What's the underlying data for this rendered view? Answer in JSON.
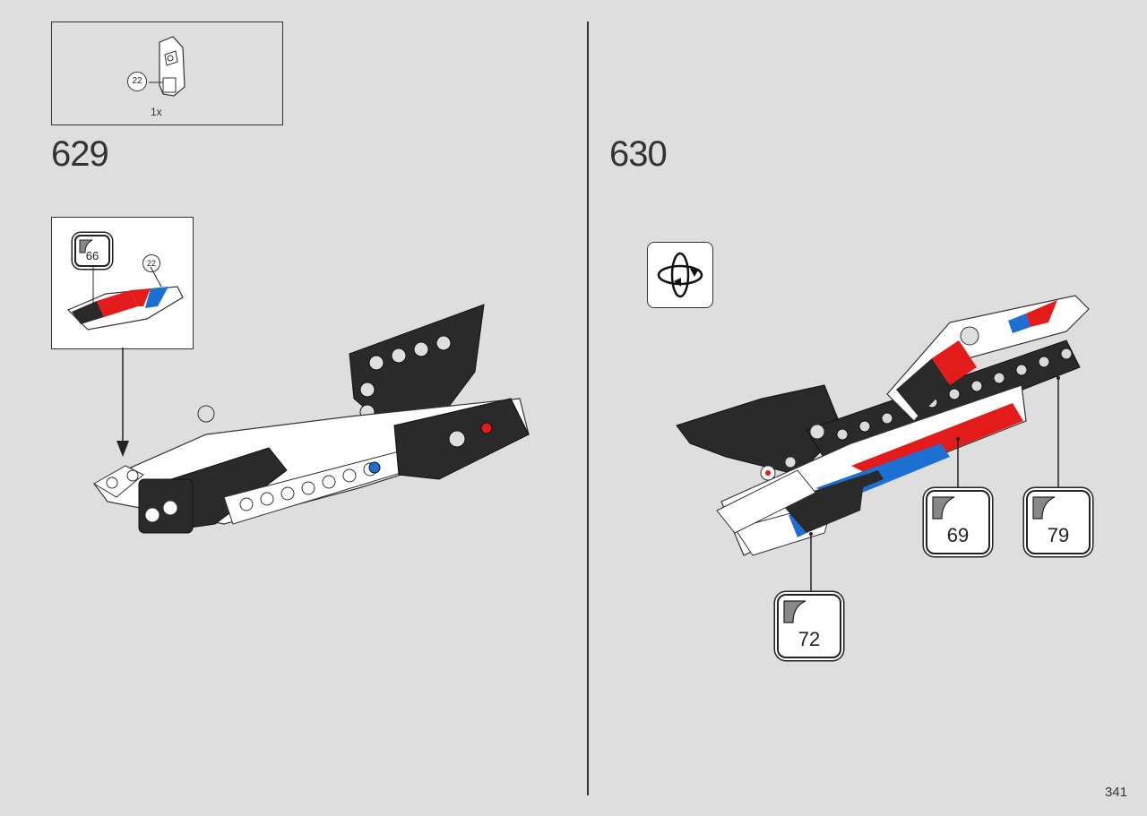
{
  "parts_list": {
    "part_callout": "22",
    "quantity": "1x"
  },
  "steps": [
    {
      "number": "629",
      "subassembly": {
        "sticker_number": "66",
        "part_callout": "22"
      }
    },
    {
      "number": "630",
      "rotate_icon": "rotate-model-icon",
      "stickers": [
        "69",
        "79",
        "72"
      ]
    }
  ],
  "page_number": "341",
  "colors": {
    "background": "#dedede",
    "brick_black": "#2a2a2a",
    "brick_white": "#ffffff",
    "stripe_red": "#e41b1b",
    "stripe_blue": "#1d6fd1"
  }
}
